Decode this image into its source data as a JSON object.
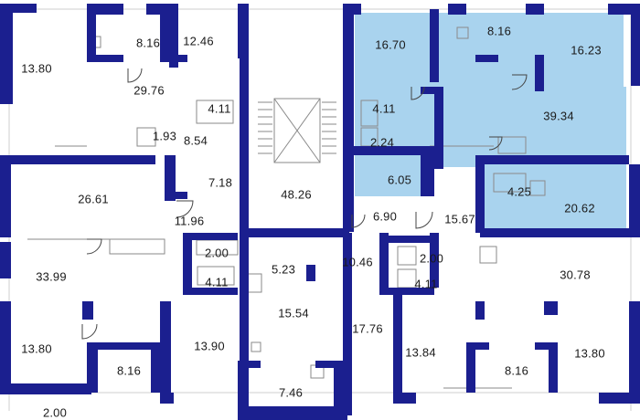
{
  "colors": {
    "wall": "#1b1f8f",
    "highlight_fill": "#a9d3ee",
    "fixture_stroke": "#8a8a8a",
    "background": "#ffffff"
  },
  "rooms": [
    {
      "id": "r1",
      "label": "13.80",
      "highlighted": false
    },
    {
      "id": "r2",
      "label": "8.16",
      "highlighted": false
    },
    {
      "id": "r3",
      "label": "12.46",
      "highlighted": false
    },
    {
      "id": "r4",
      "label": "29.76",
      "highlighted": false
    },
    {
      "id": "r5",
      "label": "4.11",
      "highlighted": false
    },
    {
      "id": "r6",
      "label": "1.93",
      "highlighted": false
    },
    {
      "id": "r7",
      "label": "8.54",
      "highlighted": false
    },
    {
      "id": "r8",
      "label": "16.70",
      "highlighted": true
    },
    {
      "id": "r9",
      "label": "8.16",
      "highlighted": true
    },
    {
      "id": "r10",
      "label": "16.23",
      "highlighted": true
    },
    {
      "id": "r11",
      "label": "4.11",
      "highlighted": true
    },
    {
      "id": "r12",
      "label": "2.24",
      "highlighted": true
    },
    {
      "id": "r13",
      "label": "39.34",
      "highlighted": true
    },
    {
      "id": "r14",
      "label": "6.05",
      "highlighted": true
    },
    {
      "id": "r15",
      "label": "4.25",
      "highlighted": true
    },
    {
      "id": "r16",
      "label": "20.62",
      "highlighted": true
    },
    {
      "id": "r17",
      "label": "26.61",
      "highlighted": false
    },
    {
      "id": "r18",
      "label": "7.18",
      "highlighted": false
    },
    {
      "id": "r19",
      "label": "48.26",
      "highlighted": false
    },
    {
      "id": "r20",
      "label": "11.96",
      "highlighted": false
    },
    {
      "id": "r21",
      "label": "6.90",
      "highlighted": false
    },
    {
      "id": "r22",
      "label": "15.67",
      "highlighted": false
    },
    {
      "id": "r23",
      "label": "2.00",
      "highlighted": false
    },
    {
      "id": "r24",
      "label": "5.23",
      "highlighted": false
    },
    {
      "id": "r25",
      "label": "10.46",
      "highlighted": false
    },
    {
      "id": "r26",
      "label": "2.00",
      "highlighted": false
    },
    {
      "id": "r27",
      "label": "33.99",
      "highlighted": false
    },
    {
      "id": "r28",
      "label": "4.11",
      "highlighted": false
    },
    {
      "id": "r29",
      "label": "15.54",
      "highlighted": false
    },
    {
      "id": "r30",
      "label": "17.76",
      "highlighted": false
    },
    {
      "id": "r31",
      "label": "4.11",
      "highlighted": false
    },
    {
      "id": "r32",
      "label": "30.78",
      "highlighted": false
    },
    {
      "id": "r33",
      "label": "13.80",
      "highlighted": false
    },
    {
      "id": "r34",
      "label": "13.90",
      "highlighted": false
    },
    {
      "id": "r35",
      "label": "13.84",
      "highlighted": false
    },
    {
      "id": "r36",
      "label": "8.16",
      "highlighted": false
    },
    {
      "id": "r37",
      "label": "8.16",
      "highlighted": false
    },
    {
      "id": "r38",
      "label": "13.80",
      "highlighted": false
    },
    {
      "id": "r39",
      "label": "7.46",
      "highlighted": false
    },
    {
      "id": "r40",
      "label": "2.00",
      "highlighted": false
    }
  ]
}
